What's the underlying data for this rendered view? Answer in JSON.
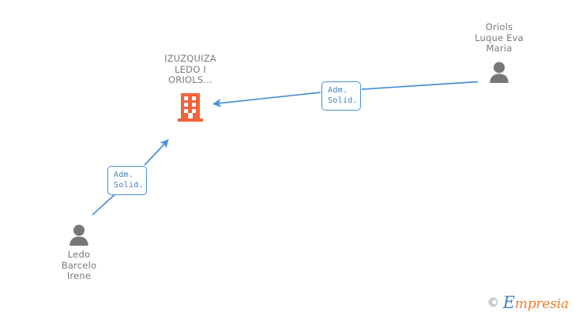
{
  "diagram": {
    "type": "org-relationship-graph",
    "background_color": "#ffffff",
    "company": {
      "name": "IZUZQUIZA\nLEDO I\nORIOLS...",
      "icon": "building-icon",
      "icon_color": "#f4633a",
      "text_color": "#7a7a7a"
    },
    "persons": [
      {
        "id": "person-oriols-luque-eva-maria",
        "name": "Oriols\nLuque Eva\nMaria",
        "icon": "person-icon",
        "icon_color": "#777777",
        "text_color": "#7a7a7a",
        "position": "top-right"
      },
      {
        "id": "person-ledo-barcelo-irene",
        "name": "Ledo\nBarcelo\nIrene",
        "icon": "person-icon",
        "icon_color": "#777777",
        "text_color": "#7a7a7a",
        "position": "bottom-left"
      }
    ],
    "edges": [
      {
        "id": "edge-oriols-to-company",
        "from": "person-oriols-luque-eva-maria",
        "to": "company",
        "label": "Adm.\nSolid.",
        "color": "#4a90d9",
        "direction": "right-to-left"
      },
      {
        "id": "edge-ledo-to-company",
        "from": "person-ledo-barcelo-irene",
        "to": "company",
        "label": "Adm.\nSolid.",
        "color": "#4a90d9",
        "direction": "bottom-left-to-top-right"
      }
    ]
  },
  "watermark": {
    "copyright": "©",
    "brand_initial": "E",
    "brand_rest": "mpresia",
    "brand_color": "#ef7c2f",
    "copyright_color": "#8d8d8d"
  }
}
